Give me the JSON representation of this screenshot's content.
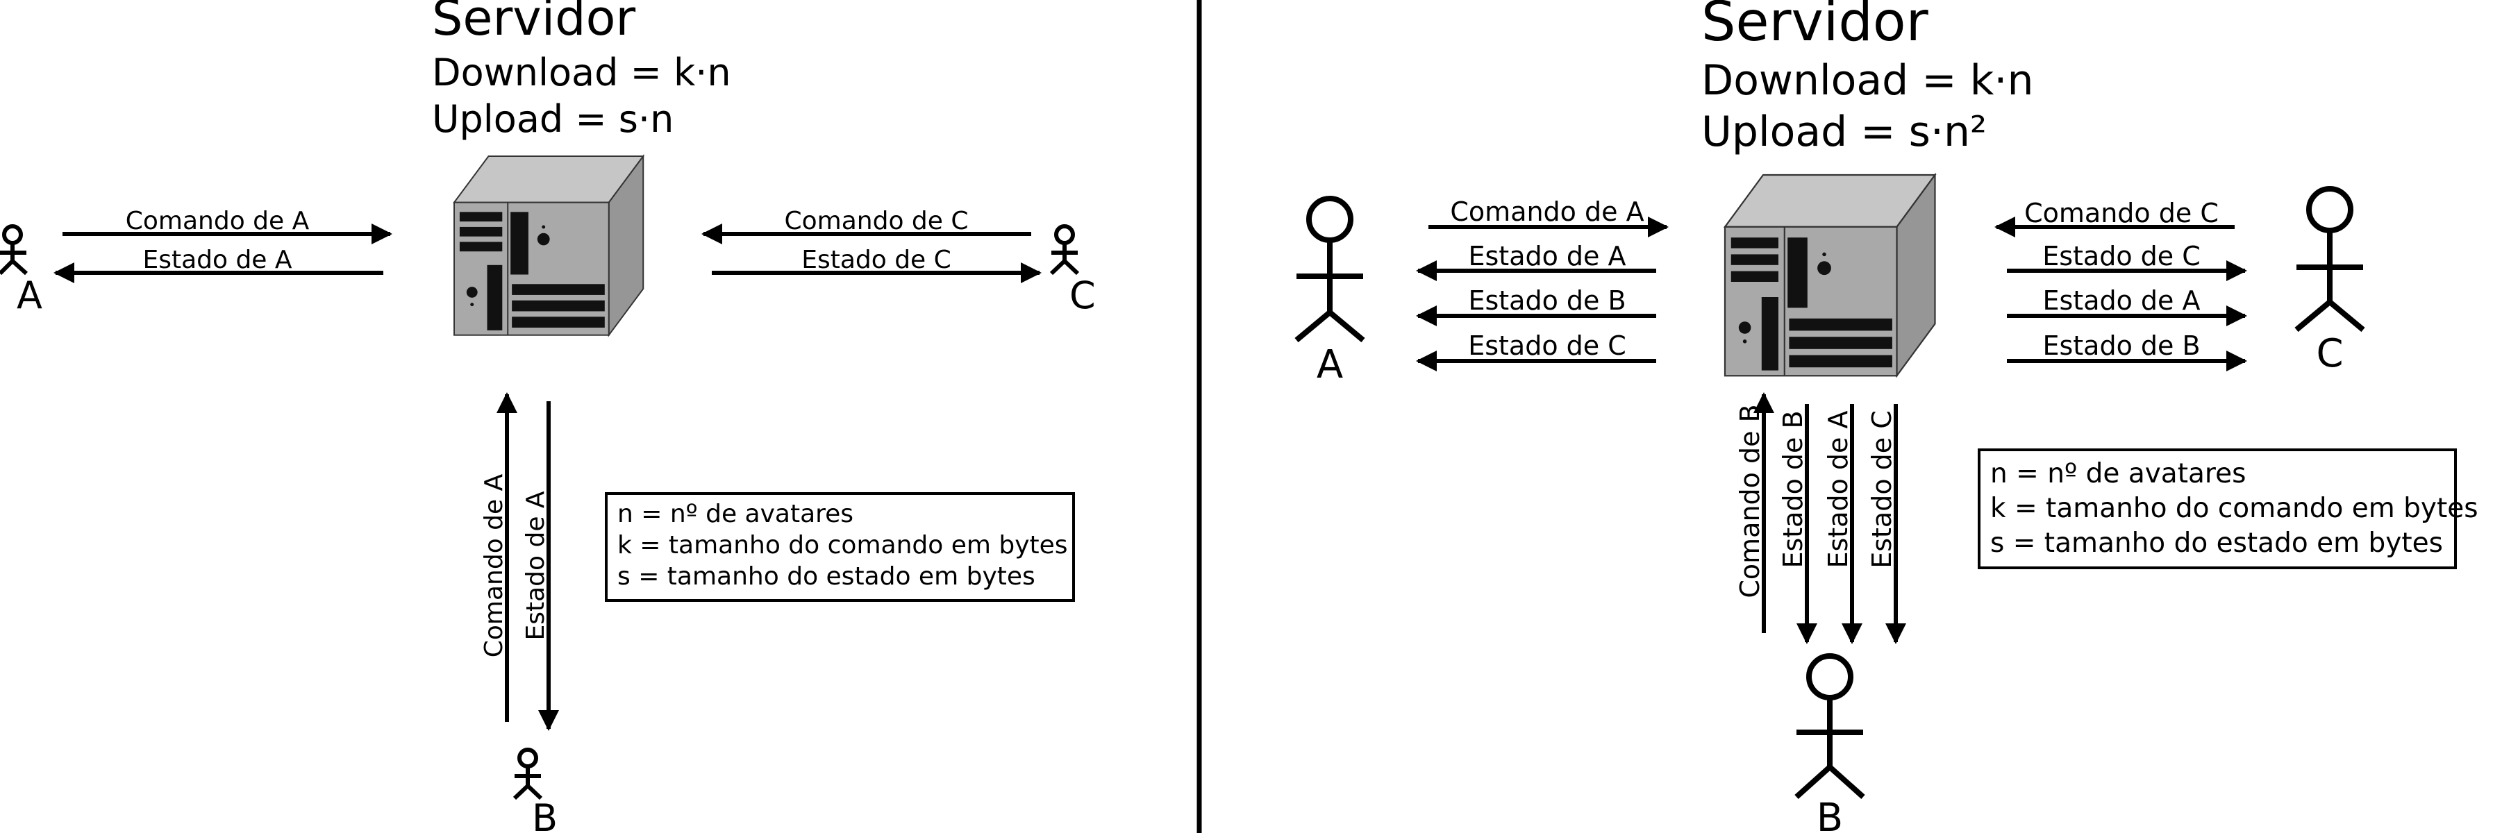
{
  "left": {
    "server": {
      "title": "Servidor",
      "download": "Download = k·n",
      "upload": "Upload = s·n"
    },
    "avatars": {
      "a": "A",
      "b": "B",
      "c": "C"
    },
    "arrows": {
      "cmd_a": "Comando de A",
      "state_a": "Estado de A",
      "cmd_c": "Comando de C",
      "state_c": "Estado de C",
      "cmd_a_vertical": "Comando de A",
      "state_a_vertical": "Estado de A"
    },
    "legend": [
      "n = nº de avatares",
      "k = tamanho do comando em bytes",
      "s = tamanho do estado em bytes"
    ]
  },
  "right": {
    "server": {
      "title": "Servidor",
      "download": "Download = k·n",
      "upload": "Upload = s·n²"
    },
    "avatars": {
      "a": "A",
      "b": "B",
      "c": "C"
    },
    "arrows_a": [
      "Comando de A",
      "Estado de A",
      "Estado de B",
      "Estado de C"
    ],
    "arrows_c": [
      "Comando de C",
      "Estado de C",
      "Estado de A",
      "Estado de B"
    ],
    "arrows_b": [
      "Comando de B",
      "Estado de B",
      "Estado de A",
      "Estado de C"
    ],
    "legend": [
      "n = nº de avatares",
      "k = tamanho do comando em bytes",
      "s = tamanho do estado em bytes"
    ]
  }
}
